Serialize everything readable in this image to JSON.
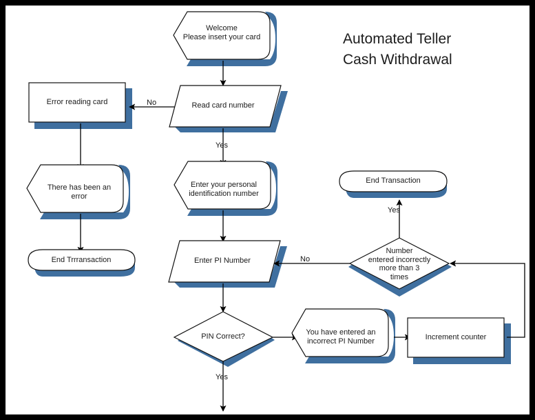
{
  "diagram": {
    "title": "Automated Teller\nCash Withdrawal",
    "colors": {
      "shadow": "#3f6f9f",
      "outline": "#111111",
      "fill": "#ffffff",
      "frame": "#000000",
      "text": "#1a1a1a"
    },
    "nodes": [
      {
        "id": "welcome",
        "shape": "hexagon-display",
        "label": "Welcome\nPlease insert your card"
      },
      {
        "id": "read-card",
        "shape": "parallelogram",
        "label": "Read card number"
      },
      {
        "id": "error-reading",
        "shape": "rectangle",
        "label": "Error reading card"
      },
      {
        "id": "there-error",
        "shape": "hexagon-display",
        "label": "There has been an\nerror"
      },
      {
        "id": "end-trans-left",
        "shape": "terminator",
        "label": "End Trrransaction"
      },
      {
        "id": "enter-pin-msg",
        "shape": "hexagon-display",
        "label": "Enter your personal\nidentification number"
      },
      {
        "id": "enter-pi",
        "shape": "parallelogram",
        "label": "Enter PI Number"
      },
      {
        "id": "pin-correct",
        "shape": "diamond",
        "label": "PIN Correct?"
      },
      {
        "id": "incorrect-msg",
        "shape": "hexagon-display",
        "label": "You have entered an\nincorrect PI Number"
      },
      {
        "id": "increment",
        "shape": "rectangle",
        "label": "Increment counter"
      },
      {
        "id": "too-many",
        "shape": "diamond",
        "label": "Number\nentered incorrectly\nmore than 3\ntimes"
      },
      {
        "id": "end-trans-top",
        "shape": "terminator",
        "label": "End Transaction"
      }
    ],
    "edge_labels": [
      {
        "id": "read-card-no",
        "text": "No"
      },
      {
        "id": "read-card-yes",
        "text": "Yes"
      },
      {
        "id": "too-many-no",
        "text": "No"
      },
      {
        "id": "too-many-yes",
        "text": "Yes"
      },
      {
        "id": "pin-correct-yes",
        "text": "Yes"
      }
    ]
  }
}
